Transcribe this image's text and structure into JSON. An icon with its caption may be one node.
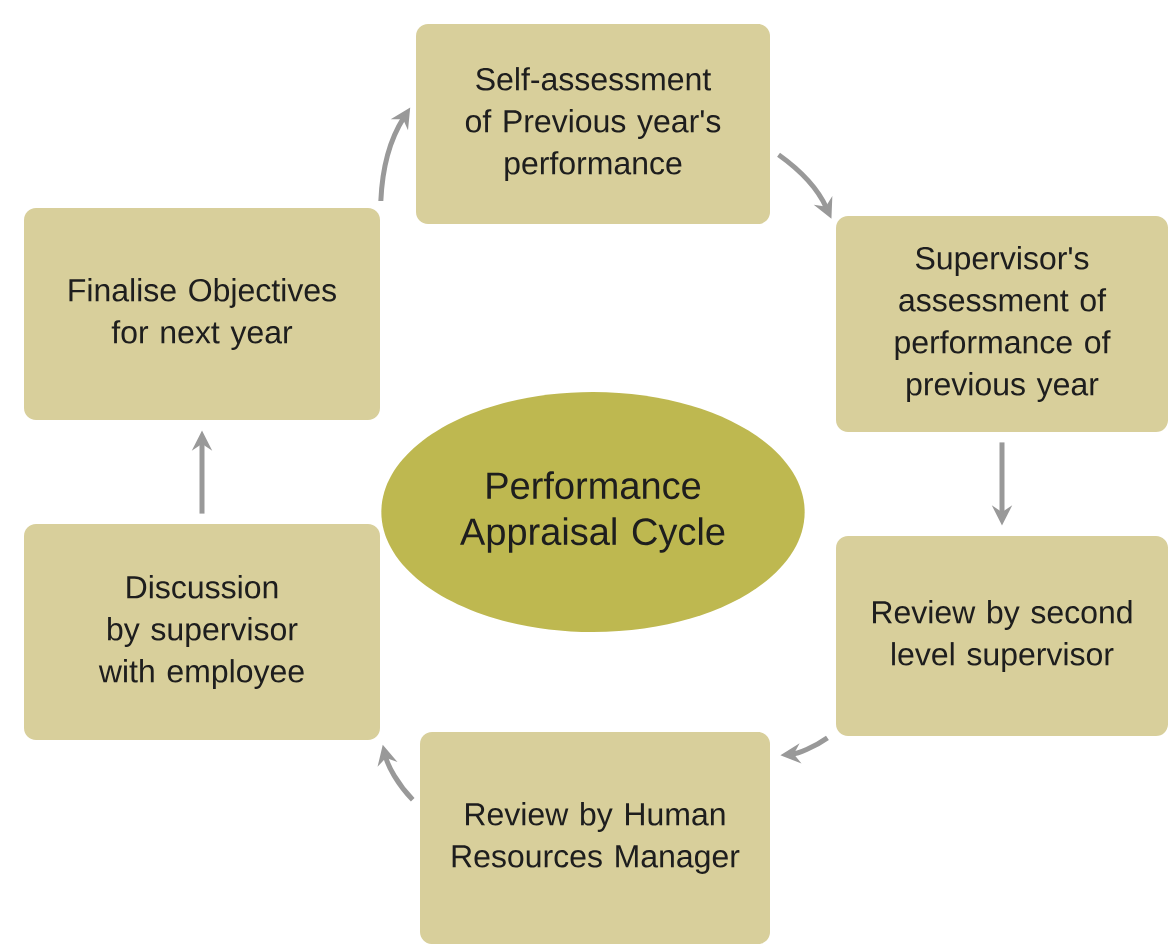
{
  "diagram": {
    "nodes": [
      {
        "text": [
          "Performance Appraisal Cycle"
        ]
      },
      {
        "text": [
          "Self-assessment of Previous year's performance"
        ]
      },
      {
        "text": [
          "Supervisor's assessment of performance of previous year"
        ]
      },
      {
        "text": [
          "Review by second level supervisor"
        ]
      },
      {
        "text": [
          "Review by Human Resources Manager"
        ]
      },
      {
        "text": [
          "Discussion by supervisor with employee"
        ]
      },
      {
        "text": [
          "Finalise Objectives for next year"
        ]
      }
    ],
    "edges": [
      {
        "from": 1,
        "to": 2,
        "arrow": "to"
      },
      {
        "from": 2,
        "to": 3,
        "arrow": "to"
      },
      {
        "from": 3,
        "to": 4,
        "arrow": "to"
      },
      {
        "from": 4,
        "to": 5,
        "arrow": "to"
      },
      {
        "from": 5,
        "to": 6,
        "arrow": "to"
      },
      {
        "from": 6,
        "to": 1,
        "arrow": "to"
      }
    ]
  }
}
